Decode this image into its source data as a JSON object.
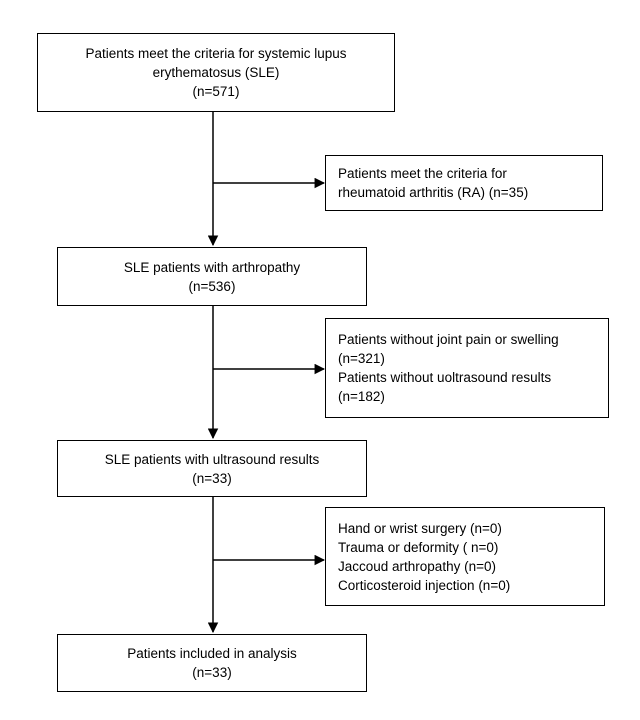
{
  "flowchart": {
    "main_boxes": [
      {
        "id": "sle",
        "lines": [
          "Patients meet the criteria for systemic lupus",
          "erythematosus (SLE)",
          "(n=571)"
        ]
      },
      {
        "id": "arthropathy",
        "lines": [
          "SLE patients with arthropathy",
          "(n=536)"
        ]
      },
      {
        "id": "ultrasound",
        "lines": [
          "SLE patients with ultrasound results",
          "(n=33)"
        ]
      },
      {
        "id": "included",
        "lines": [
          "Patients included in analysis",
          "(n=33)"
        ]
      }
    ],
    "exclusion_boxes": [
      {
        "id": "ra",
        "lines": [
          "Patients meet the criteria for",
          "rheumatoid arthritis (RA) (n=35)"
        ]
      },
      {
        "id": "no-pain-no-us",
        "lines": [
          "Patients without joint pain or swelling",
          "(n=321)",
          "Patients without  uoltrasound results",
          "(n=182)"
        ]
      },
      {
        "id": "other-exclusions",
        "lines": [
          "Hand or wrist surgery (n=0)",
          "Trauma or deformity ( n=0)",
          "Jaccoud arthropathy (n=0)",
          "Corticosteroid injection (n=0)"
        ]
      }
    ]
  }
}
